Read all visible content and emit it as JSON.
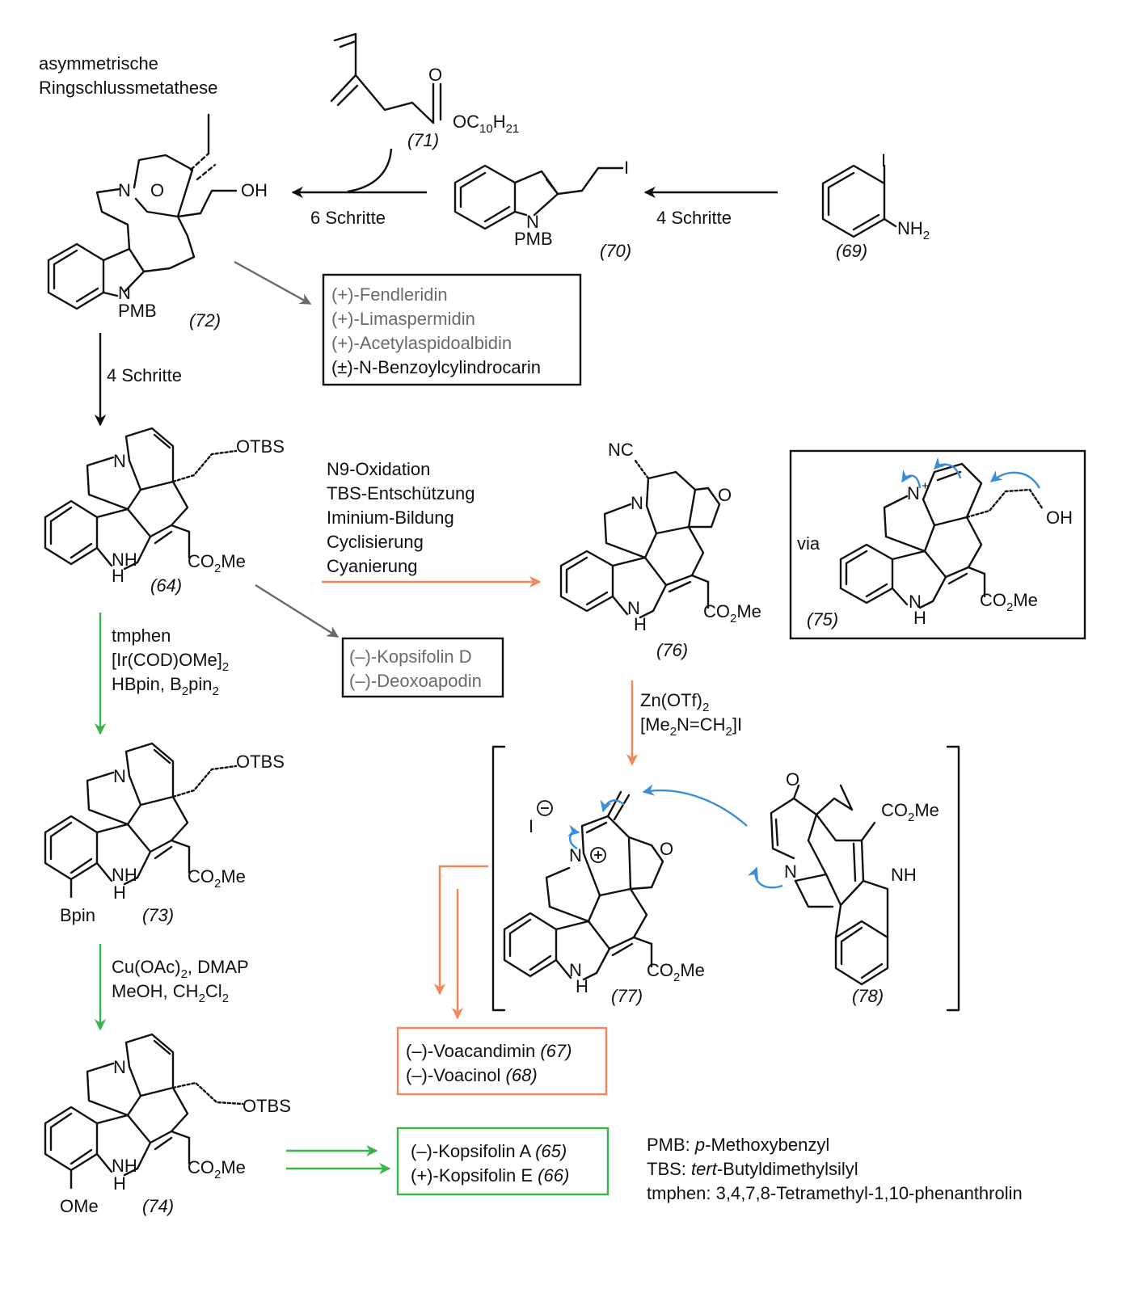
{
  "labels": {
    "rcm_line1": "asymmetrische",
    "rcm_line2": "Ringschlussmetathese",
    "step_6": "6 Schritte",
    "step_4a": "4 Schritte",
    "step_4b": "4 Schritte",
    "via": "via"
  },
  "compounds": {
    "c69": "(69)",
    "c70": "(70)",
    "c71": "(71)",
    "c72": "(72)",
    "c64": "(64)",
    "c73": "(73)",
    "c74": "(74)",
    "c75": "(75)",
    "c76": "(76)",
    "c77": "(77)",
    "c78": "(78)"
  },
  "atoms": {
    "I": "I",
    "NH2": "NH",
    "N": "N",
    "PMB": "PMB",
    "OH": "OH",
    "O": "O",
    "OC10H21": "OC",
    "H": "H",
    "OTBS": "OTBS",
    "CO2Me": "CO",
    "NC": "NC",
    "Bpin": "Bpin",
    "OMe": "OMe",
    "NH": "NH",
    "Nplus": "N",
    "Iminus": "I"
  },
  "subscripts": {
    "two": "2",
    "ten": "10",
    "twentyone": "21",
    "Me": "Me",
    "plus": "+"
  },
  "conditions": {
    "n9": [
      "N9-Oxidation",
      "TBS-Entschützung",
      "Iminium-Bildung",
      "Cyclisierung",
      "Cyanierung"
    ],
    "tmphen": "tmphen",
    "ir_cat": "[Ir(COD)OMe]",
    "hbpin": "HBpin, B",
    "pin": "pin",
    "cu": "Cu(OAc)",
    "dmap": ", DMAP",
    "meoh": "MeOH, CH",
    "cl": "Cl",
    "zn": "Zn(OTf)",
    "eschen": "[Me",
    "eschen_mid": "N=CH",
    "eschen_end": "]I"
  },
  "boxes": {
    "fendler": {
      "items": [
        {
          "text": "(+)-Fendleridin",
          "color": "grey"
        },
        {
          "text": "(+)-Limaspermidin",
          "color": "grey"
        },
        {
          "text": "(+)-Acetylaspidoalbidin",
          "color": "grey"
        },
        {
          "text": "(±)-N-Benzoylcylindrocarin",
          "color": "black"
        }
      ]
    },
    "kopsifolinD": {
      "items": [
        "(–)-Kopsifolin D",
        "(–)-Deoxoapodin"
      ]
    },
    "voacandimin": {
      "items": [
        {
          "text": "(–)-Voacandimin",
          "ref": "(67)"
        },
        {
          "text": "(–)-Voacinol",
          "ref": "(68)"
        }
      ]
    },
    "kopsifolinA": {
      "items": [
        {
          "text": "(–)-Kopsifolin A",
          "ref": "(65)"
        },
        {
          "text": "(+)-Kopsifolin E",
          "ref": "(66)"
        }
      ]
    }
  },
  "legend": {
    "pmb_key": "PMB: ",
    "pmb_italic": "p",
    "pmb_val": "-Methoxybenzyl",
    "tbs_key": "TBS: ",
    "tbs_italic": "tert",
    "tbs_val": "-Butyldimethylsilyl",
    "tmphen": "tmphen: 3,4,7,8-Tetramethyl-1,10-phenanthrolin"
  },
  "colors": {
    "black": "#111111",
    "grey": "#6a6a6a",
    "orange": "#f0875a",
    "green": "#3bb54a",
    "blue": "#3a8fd6"
  }
}
